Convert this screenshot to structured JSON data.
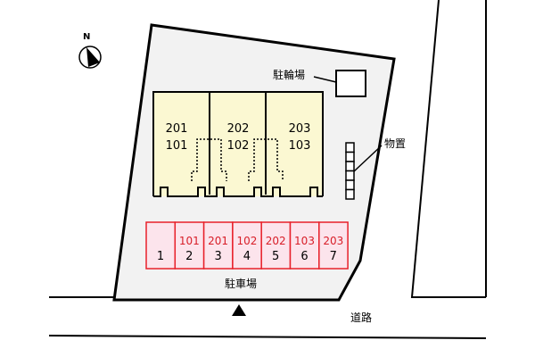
{
  "compass": {
    "label": "N"
  },
  "labels": {
    "bicycle_parking": "駐輪場",
    "storage": "物置",
    "parking": "駐車場",
    "road": "道路"
  },
  "buildings": [
    {
      "upper": "201",
      "lower": "101"
    },
    {
      "upper": "202",
      "lower": "102"
    },
    {
      "upper": "203",
      "lower": "103"
    }
  ],
  "parking_slots": [
    {
      "number": "1",
      "unit": ""
    },
    {
      "number": "2",
      "unit": "101"
    },
    {
      "number": "3",
      "unit": "201"
    },
    {
      "number": "4",
      "unit": "102"
    },
    {
      "number": "5",
      "unit": "202"
    },
    {
      "number": "6",
      "unit": "103"
    },
    {
      "number": "7",
      "unit": "203"
    }
  ],
  "colors": {
    "lot": "#f2f2f2",
    "building": "#fbf8d2",
    "parking_fill": "#fce4ec",
    "parking_stroke": "#e8202a",
    "unit_text": "#d81e28"
  }
}
